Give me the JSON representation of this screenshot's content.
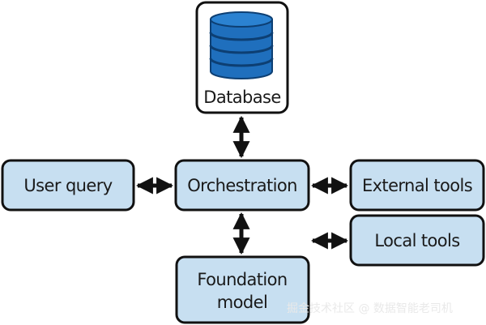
{
  "diagram": {
    "nodes": {
      "database": "Database",
      "user_query": "User query",
      "orchestration": "Orchestration",
      "external_tools": "External tools",
      "local_tools": "Local tools",
      "foundation_model": {
        "line1": "Foundation",
        "line2": "model"
      }
    },
    "watermark": "掘金技术社区 @ 数据智能老司机",
    "colors": {
      "box_fill": "#c7dff1",
      "box_stroke": "#111111",
      "database_fill": "#ffffff",
      "cylinder_blue": "#1f6fbd",
      "cylinder_dark": "#0d3f73",
      "arrow": "#111111"
    },
    "icons": {
      "database": "database-cylinder-icon",
      "arrows": "double-headed-arrow-icon"
    }
  }
}
